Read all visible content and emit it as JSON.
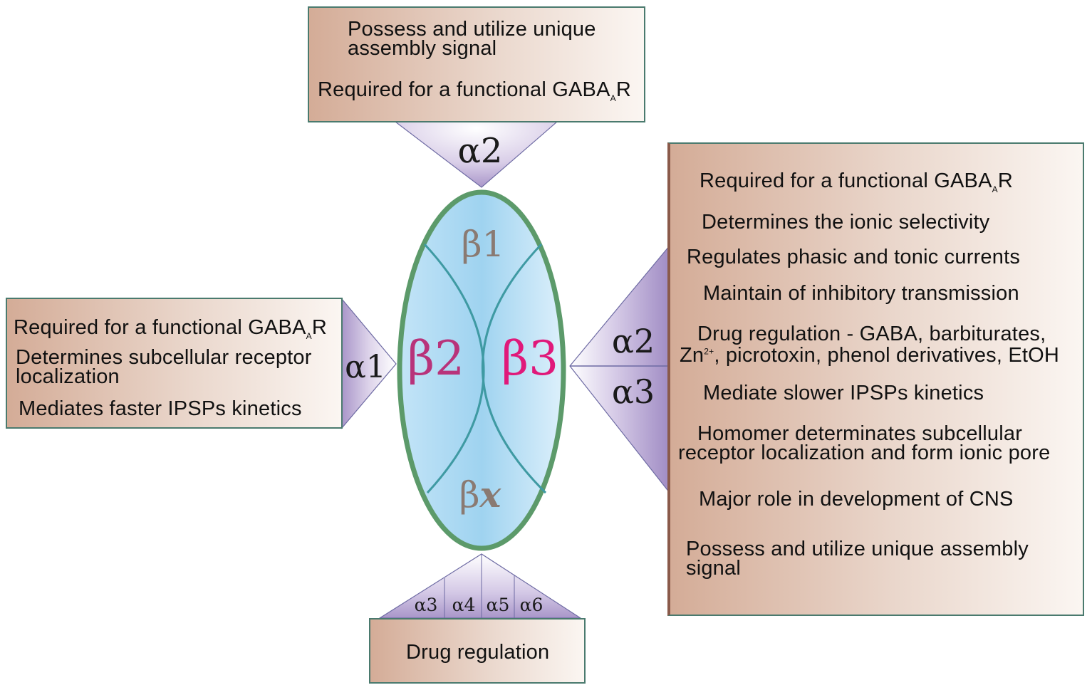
{
  "top_box": {
    "line1": "Possess and utilize unique",
    "line2": "assembly signal",
    "req_text": "Required for a functional GABA",
    "req_sub": "A",
    "req_tail": "R"
  },
  "top_triangle": {
    "label": "α2"
  },
  "left_box": {
    "req_text": "Required for a functional GABA",
    "req_sub": "A",
    "req_tail": "R",
    "loc_line1": "Determines subcellular receptor",
    "loc_line2": "localization",
    "kinetics": "Mediates faster IPSPs kinetics"
  },
  "left_triangle": {
    "label": "α1"
  },
  "ellipse": {
    "beta1": "β1",
    "beta2": "β2",
    "beta3": "β3",
    "betax_beta": "β",
    "betax_x": "x"
  },
  "right_triangle": {
    "upper_label": "α2",
    "lower_label": "α3"
  },
  "right_box": {
    "req_text": "Required for a functional GABA",
    "req_sub": "A",
    "req_tail": "R",
    "selectivity": "Determines the ionic selectivity",
    "currents": "Regulates phasic and tonic currents",
    "inhibitory": "Maintain of inhibitory transmission",
    "drug_line1": "Drug regulation - GABA, barbiturates,",
    "drug_zn": "Zn",
    "drug_sup": "2+",
    "drug_tail": ", picrotoxin, phenol derivatives, EtOH",
    "slower": "Mediate slower IPSPs kinetics",
    "homomer_line1": "Homomer determinates subcellular",
    "homomer_line2": "receptor localization and form ionic pore",
    "cns": "Major role in development of CNS",
    "assembly_line1": "Possess and utilize unique assembly",
    "assembly_line2": "signal"
  },
  "bottom_triangle": {
    "labels": [
      "α3",
      "α4",
      "α5",
      "α6"
    ]
  },
  "bottom_box": {
    "text": "Drug regulation"
  },
  "colors": {
    "ellipse_border": "#5c9a6a",
    "ellipse_fill": "#bfe2f6",
    "arc_line": "#3f9aa3",
    "beta_grey": "#8a7a72",
    "beta2_color": "#b8337a",
    "beta3_color": "#e0197a",
    "box_border": "#4a7a6e",
    "box_fill_start": "#d4ac97",
    "triangle_fill": "#b7a6d2",
    "triangle_edge": "#6d6aa3"
  }
}
